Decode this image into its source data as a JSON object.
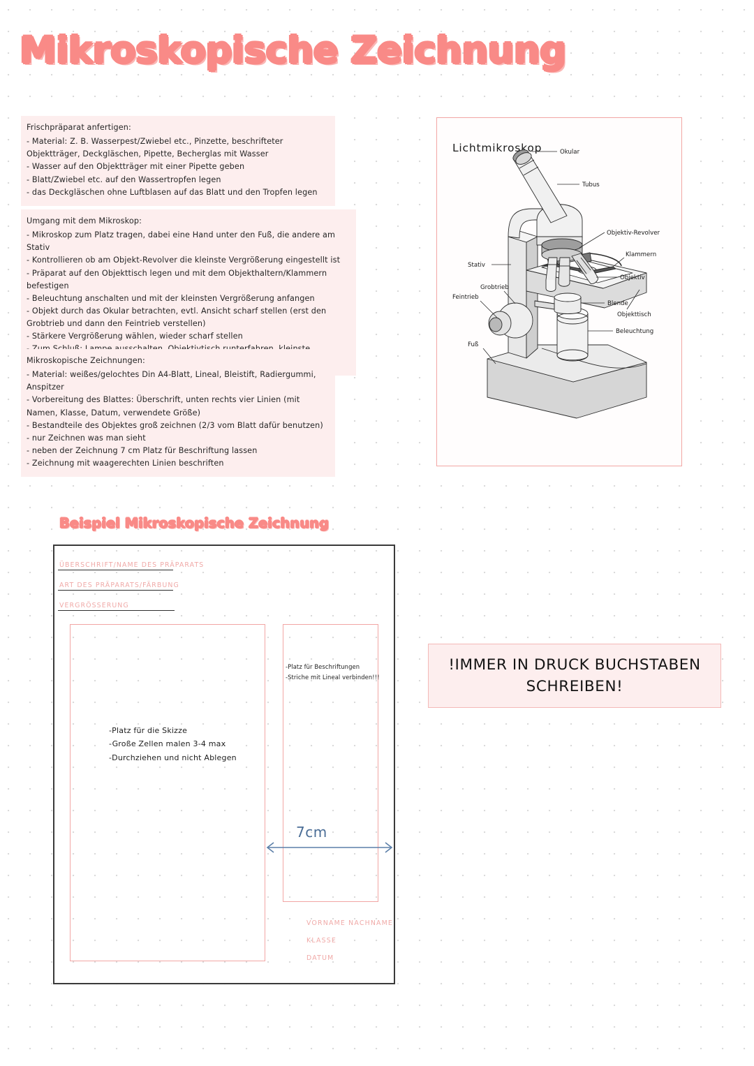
{
  "page": {
    "title": "Mikroskopische Zeichnung"
  },
  "notes": {
    "frischpraeparat": {
      "heading": "Frischpräparat anfertigen:",
      "lines": [
        "- Material: Z. B. Wasserpest/Zwiebel etc., Pinzette, beschrifteter Objektträger, Deckgläschen, Pipette, Becherglas mit Wasser",
        "- Wasser auf den Objektträger mit einer Pipette geben",
        "- Blatt/Zwiebel etc. auf den Wassertropfen legen",
        "- das Deckgläschen ohne Luftblasen auf das Blatt und den Tropfen legen"
      ]
    },
    "umgang": {
      "heading": "Umgang mit dem Mikroskop:",
      "lines": [
        "- Mikroskop zum Platz tragen, dabei eine Hand unter den Fuß, die andere am Stativ",
        "- Kontrollieren ob am Objekt-Revolver die kleinste Vergrößerung eingestellt ist",
        "- Präparat auf den Objekttisch legen und mit dem Objekthaltern/Klammern befestigen",
        "- Beleuchtung anschalten und mit der kleinsten Vergrößerung anfangen",
        "- Objekt durch das Okular betrachten, evtl. Ansicht scharf stellen (erst den Grobtrieb und dann den Feintrieb verstellen)",
        "- Stärkere Vergrößerung wählen, wieder scharf stellen",
        "- Zum Schluß: Lampe ausschalten, Objektivtisch runterfahren, kleinste Vergrößerung einstellen, Mikroskop zurück räumen"
      ]
    },
    "zeichnungen": {
      "heading": "Mikroskopische Zeichnungen:",
      "lines": [
        "- Material: weißes/gelochtes Din A4-Blatt, Lineal, Bleistift, Radiergummi, Anspitzer",
        "- Vorbereitung des Blattes: Überschrift, unten rechts vier Linien (mit Namen, Klasse, Datum, verwendete Größe)",
        "- Bestandteile des Objektes groß zeichnen (2/3 vom Blatt dafür benutzen)",
        "- nur Zeichnen was man sieht",
        "- neben der Zeichnung 7 cm Platz für Beschriftung lassen",
        "- Zeichnung mit waagerechten Linien beschriften"
      ]
    }
  },
  "microscope": {
    "caption": "Lichtmikroskop",
    "labels": {
      "okular": "Okular",
      "tubus": "Tubus",
      "objektiv_revolver": "Objektiv-Revolver",
      "objektiv": "Objektiv",
      "stativ": "Stativ",
      "klammern": "Klammern",
      "grobtrieb": "Grobtrieb",
      "feintrieb": "Feintrieb",
      "blende": "Blende",
      "objekttisch": "Objekttisch",
      "beleuchtung": "Beleuchtung",
      "fuss": "Fuß"
    }
  },
  "example": {
    "heading": "Beispiel Mikroskopische Zeichnung",
    "form_fields": {
      "ueberschrift": "ÜBERSCHRIFT/NAME DES PRÄPARATS",
      "art": "ART DES PRÄPARATS/FÄRBUNG",
      "vergroesserung": "VERGRÖSSERUNG"
    },
    "sketch_notes": [
      "-Platz für die Skizze",
      "-Große Zellen malen 3-4 max",
      "-Durchziehen und nicht Ablegen"
    ],
    "label_notes": [
      "-Platz für Beschriftungen",
      "-Striche mit Lineal verbinden!!!"
    ],
    "measure_label": "7cm",
    "footer_fields": {
      "name": "VORNAME NACHNAME",
      "klasse": "KLASSE",
      "datum": "DATUM"
    }
  },
  "callout": {
    "line1": "!IMMER IN DRUCK BUCHSTABEN",
    "line2": "SCHREIBEN!"
  },
  "colors": {
    "accent_pink": "#f98a87",
    "block_bg": "#fdeeee",
    "border_pink": "#f2a6a4",
    "ink": "#262626",
    "measure_blue": "#4a6d96"
  }
}
